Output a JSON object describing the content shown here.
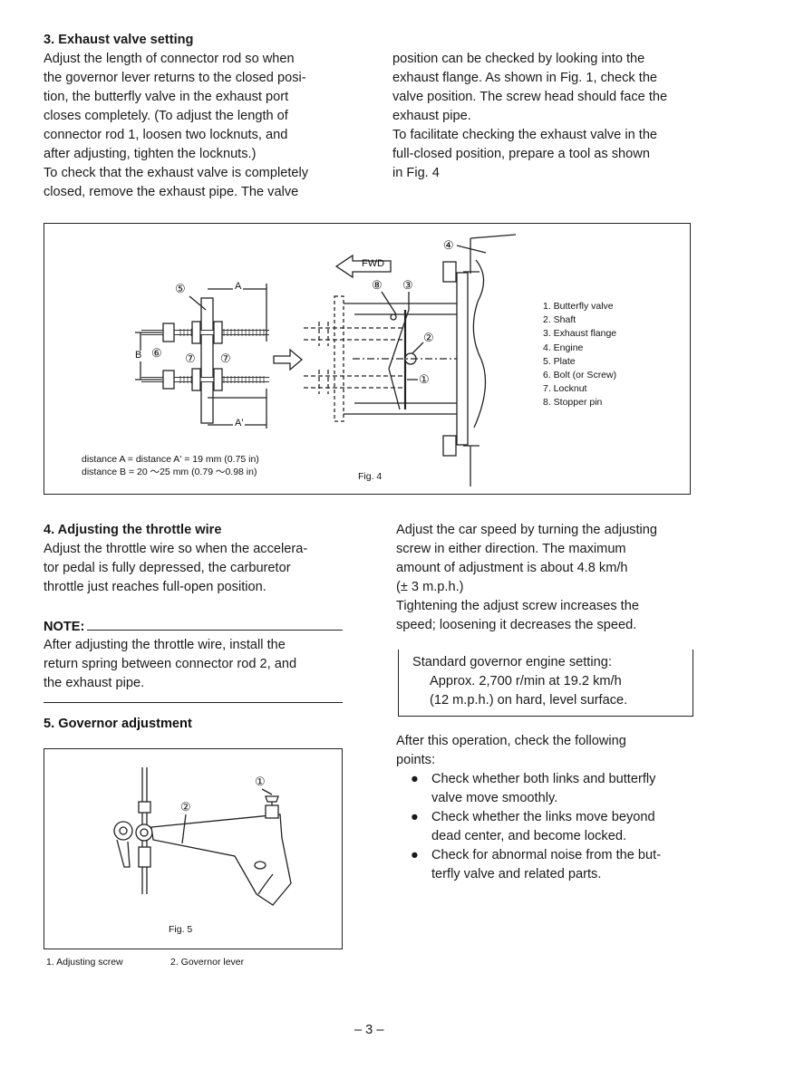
{
  "section3": {
    "heading": "3. Exhaust valve setting",
    "left_lines": [
      "Adjust the length of connector rod so when",
      "the governor lever returns to the closed posi-",
      "tion, the butterfly valve in the exhaust port",
      "closes completely. (To adjust the length of",
      "connector rod 1, loosen two locknuts, and",
      "after adjusting, tighten the locknuts.)",
      "To check that the exhaust valve is completely",
      "closed, remove the exhaust pipe. The valve"
    ],
    "right_lines": [
      "position can be checked by looking into the",
      "exhaust flange. As shown in Fig. 1, check the",
      "valve position. The screw head should face the",
      "exhaust pipe.",
      "To facilitate checking the exhaust valve in the",
      "full-closed position, prepare a tool as shown",
      "in Fig. 4"
    ]
  },
  "fig4": {
    "fwd_label": "FWD",
    "dim_a": "A",
    "dim_a_prime": "A'",
    "dim_b": "B",
    "callouts": [
      "⑤",
      "⑥",
      "⑦",
      "⑦",
      "⑧",
      "③",
      "②",
      "①",
      "④"
    ],
    "legend": [
      "1.  Butterfly valve",
      "2.  Shaft",
      "3.  Exhaust flange",
      "4.  Engine",
      "5.  Plate",
      "6.  Bolt (or Screw)",
      "7.  Locknut",
      "8.  Stopper pin"
    ],
    "distance_a": "distance A = distance A' = 19 mm (0.75 in)",
    "distance_b": "distance B = 20 ～25 mm (0.79 ～0.98 in)",
    "caption": "Fig. 4"
  },
  "section4": {
    "heading": "4. Adjusting the throttle wire",
    "lines": [
      "Adjust the throttle wire so when the accelera-",
      "tor pedal is fully depressed, the carburetor",
      "throttle just reaches full-open position."
    ],
    "note_title": "NOTE:",
    "note_lines": [
      "After adjusting the throttle wire, install the",
      "return spring between connector rod 2, and",
      "the exhaust pipe."
    ]
  },
  "right_column": {
    "lines": [
      "Adjust the car speed by turning the adjusting",
      "screw in either direction. The maximum",
      "amount of adjustment is about 4.8 km/h",
      "(± 3 m.p.h.)",
      "Tightening the adjust screw increases the",
      "speed; loosening it decreases the speed."
    ],
    "standard_box": [
      "Standard governor engine setting:",
      "Approx. 2,700 r/min at 19.2 km/h",
      "(12 m.p.h.) on hard, level surface."
    ],
    "after_lines": [
      "After this operation, check the following",
      "points:"
    ],
    "bullets": [
      [
        "Check whether both links and butterfly",
        "valve move smoothly."
      ],
      [
        "Check whether the links move beyond",
        "dead center, and become locked."
      ],
      [
        "Check for abnormal noise from the but-",
        "terfly valve and related parts."
      ]
    ],
    "bullet_char": "●"
  },
  "section5": {
    "heading": "5. Governor adjustment",
    "callout_1": "①",
    "callout_2": "②",
    "caption": "Fig. 5",
    "legend_1": "1.  Adjusting screw",
    "legend_2": "2.  Governor lever"
  },
  "page_number": "– 3 –"
}
